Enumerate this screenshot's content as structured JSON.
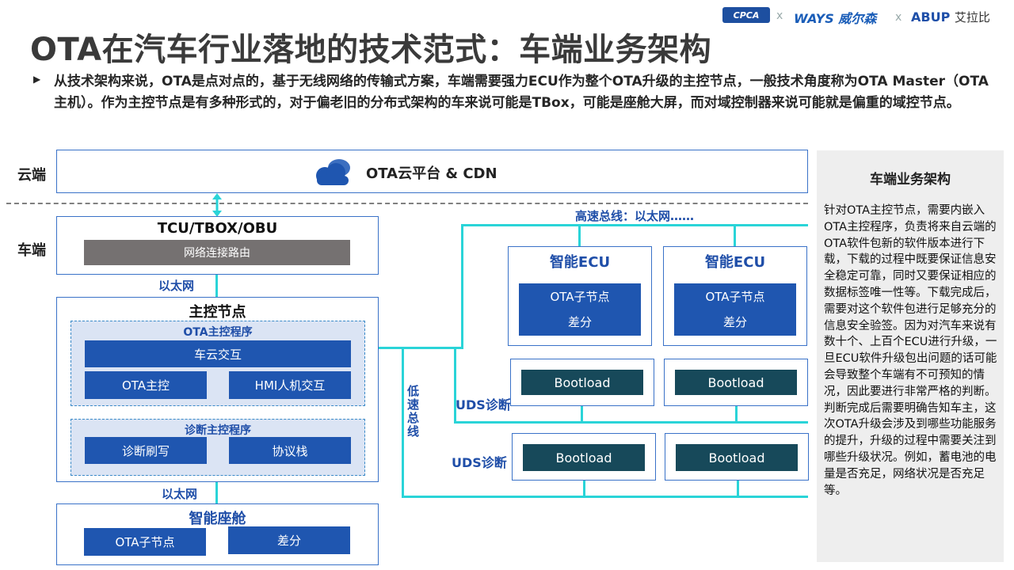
{
  "header": {
    "title": "OTA在汽车行业落地的技术范式：车端业务架构",
    "intro": "从技术架构来说，OTA是点对点的，基于无线网络的传输式方案，车端需要强力ECU作为整个OTA升级的主控节点，一般技术角度称为OTA Master（OTA主机）。作为主控节点是有多种形式的，对于偏老旧的分布式架构的车来说可能是TBox，可能是座舱大屏，而对域控制器来说可能就是偏重的域控节点。",
    "bullet_icon": "triangle-bullet-icon"
  },
  "logos": {
    "cpca": "CPCA",
    "sep1": "x",
    "ways": "WAYS 威尔森",
    "sep2": "x",
    "abup": "ABUP",
    "abup_cn": "艾拉比"
  },
  "diagram": {
    "cloud_label": "云端",
    "car_label": "车端",
    "cloud_platform": "OTA云平台 & CDN",
    "cloud_icon": "cloud-icon",
    "tcu_title": "TCU/TBOX/OBU",
    "tcu_sub": "网络连接路由",
    "ethernet1": "以太网",
    "master_title": "主控节点",
    "ota_master_program": "OTA主控程序",
    "car_cloud": "车云交互",
    "ota_master": "OTA主控",
    "hmi": "HMI人机交互",
    "diag_program": "诊断主控程序",
    "diag_flash": "诊断刷写",
    "protocol_stack": "协议栈",
    "ethernet2": "以太网",
    "cockpit_title": "智能座舱",
    "cockpit_sub1": "OTA子节点",
    "cockpit_sub2": "差分",
    "high_speed_bus": "高速总线：以太网……",
    "low_speed_bus": "低速总线",
    "smart_ecu_1": "智能ECU",
    "smart_ecu_2": "智能ECU",
    "ota_subnode": "OTA子节点",
    "diff": "差分",
    "uds1": "UDS诊断",
    "uds2": "UDS诊断",
    "bootload": "Bootload"
  },
  "side_panel": {
    "title": "车端业务架构",
    "body": "针对OTA主控节点，需要内嵌入OTA主控程序，负责将来自云端的OTA软件包新的软件版本进行下载，下载的过程中既要保证信息安全稳定可靠，同时又要保证相应的数据标签唯一性等。下载完成后，需要对这个软件包进行足够充分的信息安全验签。因为对汽车来说有数十个、上百个ECU进行升级，一旦ECU软件升级包出问题的话可能会导致整个车端有不可预知的情况，因此要进行非常严格的判断。判断完成后需要明确告知车主，这次OTA升级会涉及到哪些功能服务的提升，升级的过程中需要关注到哪些升级状况。例如，蓄电池的电量是否充足，网络状况是否充足等。"
  },
  "colors": {
    "accent_blue": "#1f56b0",
    "bus_cyan": "#2ad4d8",
    "dark_teal": "#17495a",
    "panel_gray": "#eeeeee"
  }
}
